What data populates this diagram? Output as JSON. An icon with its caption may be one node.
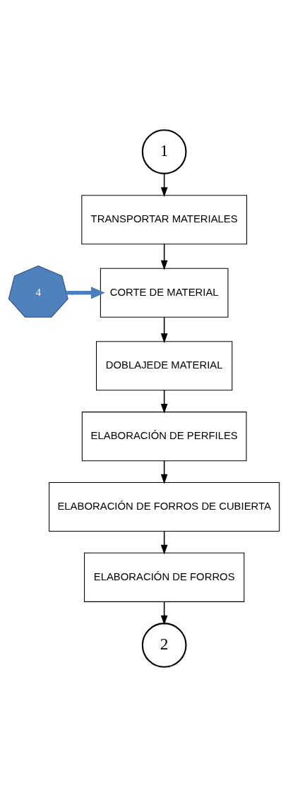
{
  "diagram": {
    "nodes": [
      {
        "text": [
          "1"
        ]
      },
      {
        "text": [
          "TRANSPORTAR MATERIALES"
        ]
      },
      {
        "text": [
          "CORTE DE MATERIAL"
        ]
      },
      {
        "text": [
          "4"
        ]
      },
      {
        "text": [
          "DOBLAJEDE MATERIAL"
        ]
      },
      {
        "text": [
          "ELABORACIÓN DE PERFILES"
        ]
      },
      {
        "text": [
          "ELABORACIÓN DE FORROS DE CUBIERTA"
        ]
      },
      {
        "text": [
          "ELABORACIÓN DE FORROS"
        ]
      },
      {
        "text": [
          "2"
        ]
      }
    ],
    "edges": [
      {
        "from": 0,
        "to": 1,
        "arrow": "to"
      },
      {
        "from": 1,
        "to": 2,
        "arrow": "to"
      },
      {
        "from": 3,
        "to": 2,
        "arrow": "to",
        "style": "thick",
        "color": "#4a7ebb"
      },
      {
        "from": 2,
        "to": 4,
        "arrow": "to"
      },
      {
        "from": 4,
        "to": 5,
        "arrow": "to"
      },
      {
        "from": 5,
        "to": 6,
        "arrow": "to"
      },
      {
        "from": 6,
        "to": 7,
        "arrow": "to"
      },
      {
        "from": 7,
        "to": 8,
        "arrow": "to"
      }
    ]
  }
}
